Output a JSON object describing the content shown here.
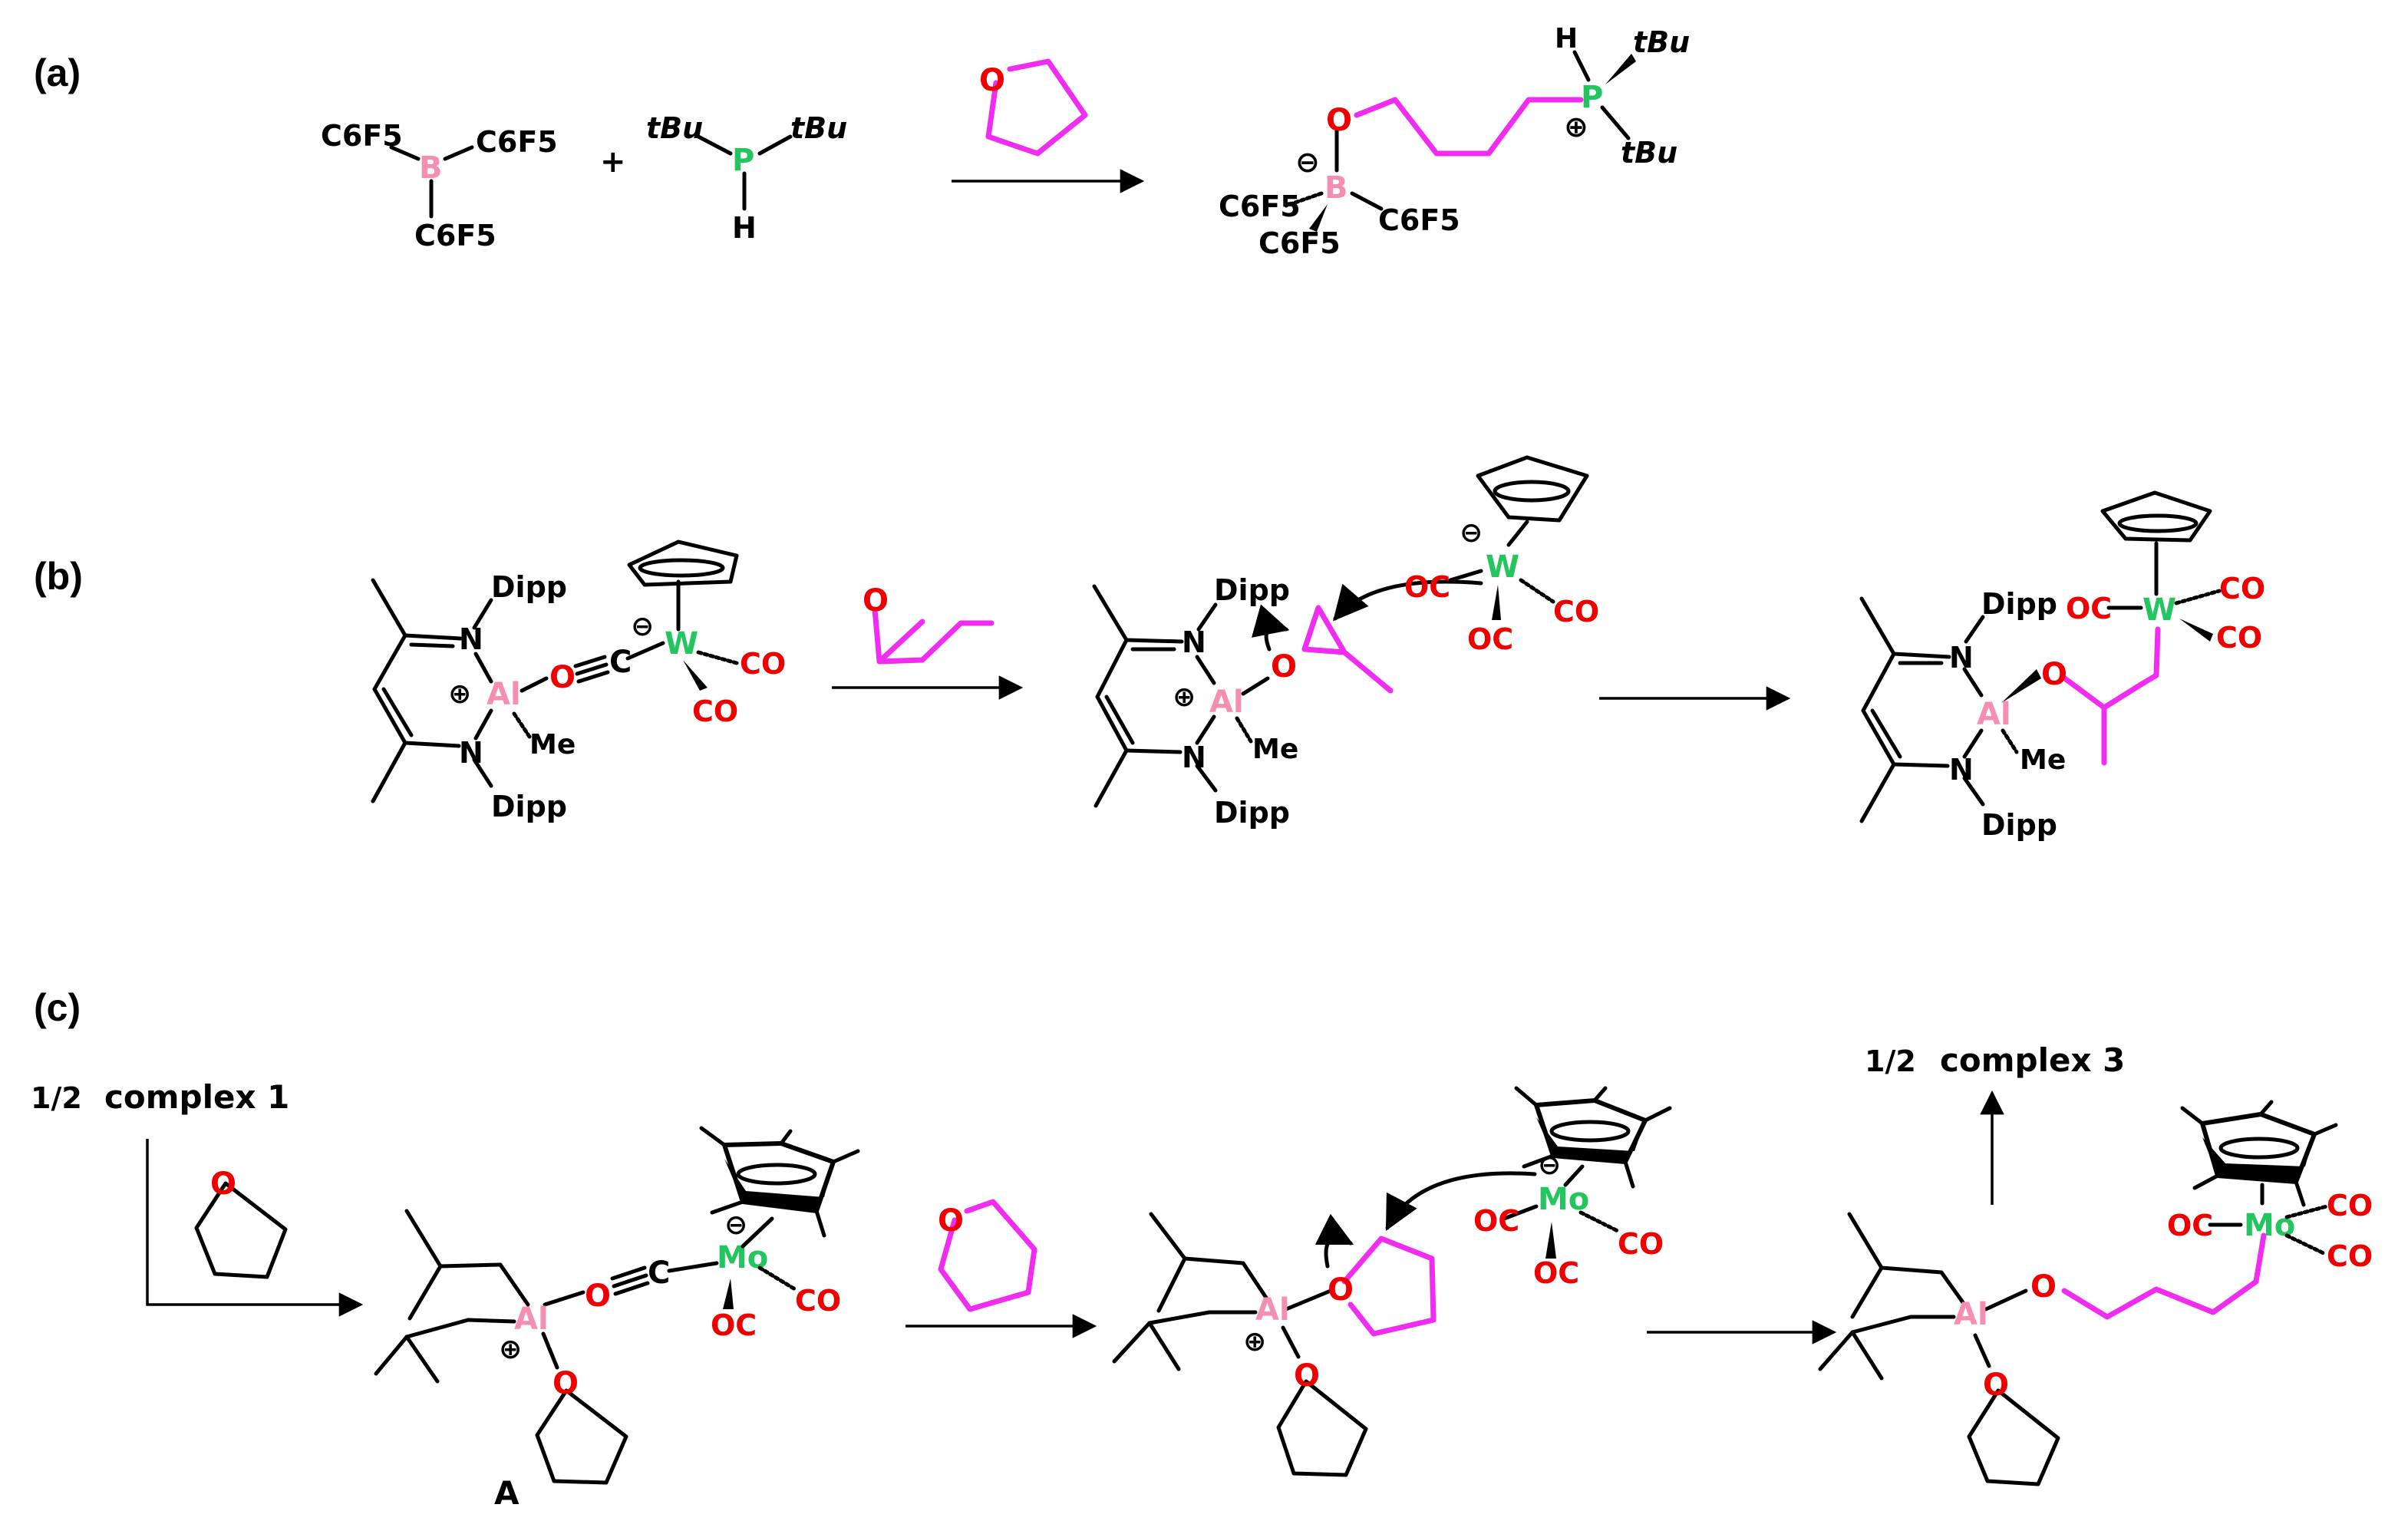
{
  "colors": {
    "boron": "#f48fb1",
    "phosphorus": "#22c55e",
    "oxygen": "#ee0000",
    "aluminum": "#f48fb1",
    "tungsten": "#22c55e",
    "molybdenum": "#22c55e",
    "new_bonds": "#f02cf0",
    "text": "#000000"
  },
  "panels": {
    "a": "(a)",
    "b": "(b)",
    "c": "(c)"
  },
  "atoms": {
    "B": "B",
    "P": "P",
    "H": "H",
    "O": "O",
    "N": "N",
    "Al": "Al",
    "W": "W",
    "Mo": "Mo",
    "C": "C",
    "CO": "CO",
    "OC": "OC",
    "tBu": "tBu",
    "Dipp": "Dipp",
    "Me": "Me",
    "C6F5": "C6F5"
  },
  "symbols": {
    "plus": "+",
    "cation": "⊕",
    "anion": "⊖"
  },
  "labels": {
    "half": "1/2",
    "complex1": "complex 1",
    "complex3": "complex 3",
    "compound_A": "A"
  }
}
